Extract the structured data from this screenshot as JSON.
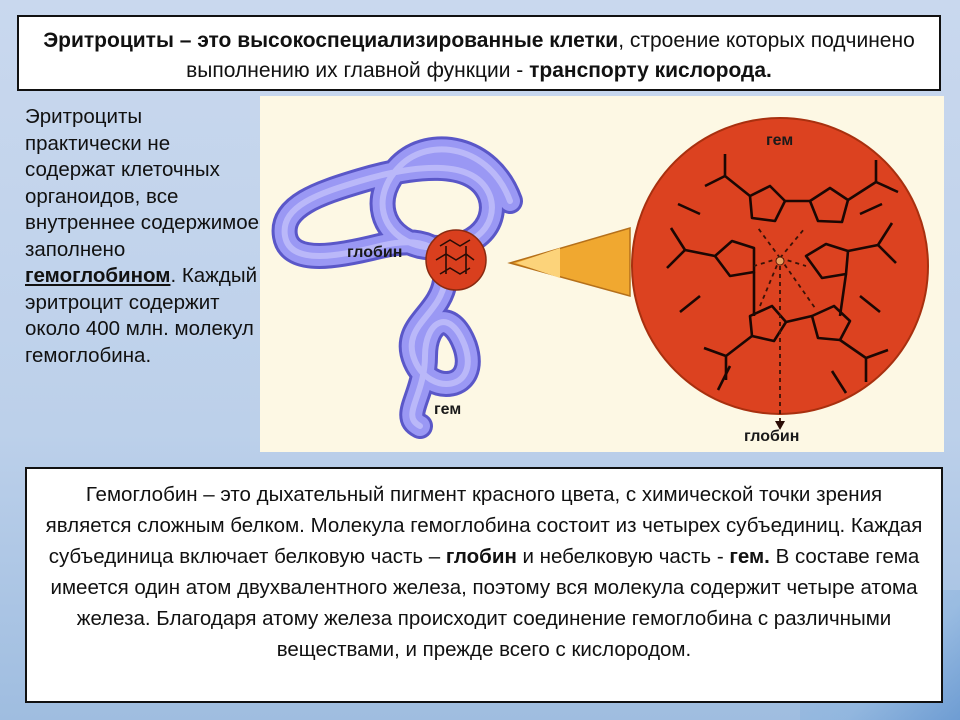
{
  "header": {
    "part1_bold": "Эритроциты – это высокоспециализированные клетки",
    "part2": ", строение которых подчинено выполнению их главной функции - ",
    "part3_bold": "транспорту кислорода."
  },
  "left_text": {
    "part1": "Эритроциты практически не содержат клеточных органоидов, все внутреннее содержимое заполнено ",
    "part2_bold_underlined": "гемоглобином",
    "part3": ". Каждый эритроцит содержит около 400 млн. молекул гемоглобина."
  },
  "figure": {
    "label_globin_left": "глобин",
    "label_gem_left": "гем",
    "label_gem_right": "гем",
    "label_globin_right": "глобин"
  },
  "bottom_text": {
    "part1": "Гемоглобин – это дыхательный пигмент красного цвета, с химической точки зрения является сложным белком. Молекула гемоглобина состоит из четырех субъединиц. Каждая субъединица включает белковую часть – ",
    "part2_bold": "глобин",
    "part3": " и небелковую часть - ",
    "part4_bold": "гем.",
    "part5": "  В составе гема имеется один атом двухвалентного железа, поэтому вся молекула содержит четыре атома железа. Благодаря атому железа происходит соединение гемоглобина с различными веществами, и прежде всего с кислородом."
  },
  "colors": {
    "globin_protein": "#8f8cf0",
    "heme_disc": "#d93f1e",
    "arrow": "#f0a830"
  }
}
